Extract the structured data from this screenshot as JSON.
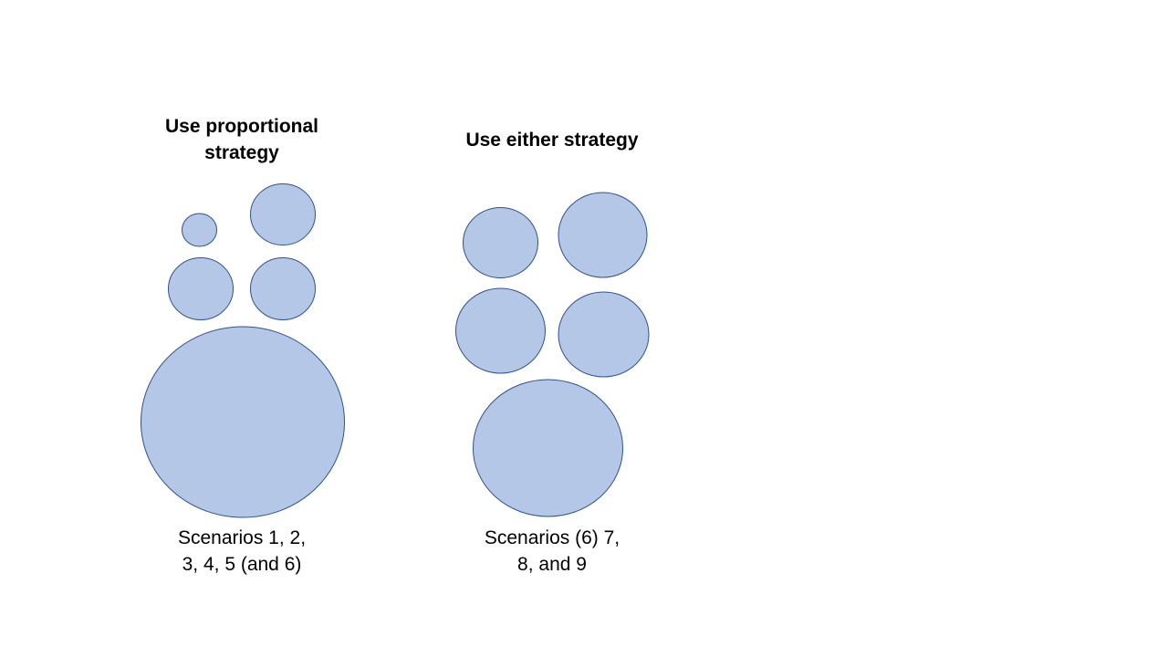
{
  "groups": [
    {
      "heading_lines": [
        "Use proportional",
        "strategy"
      ],
      "caption_lines": [
        "Scenarios 1, 2,",
        "3, 4, 5 (and 6)"
      ],
      "circle_count": 5
    },
    {
      "heading_lines": [
        "Use either strategy"
      ],
      "caption_lines": [
        "Scenarios (6) 7,",
        "8, and 9"
      ],
      "circle_count": 5
    }
  ],
  "colors": {
    "circle_fill": "#b4c7e7",
    "circle_stroke": "#2f528f"
  }
}
